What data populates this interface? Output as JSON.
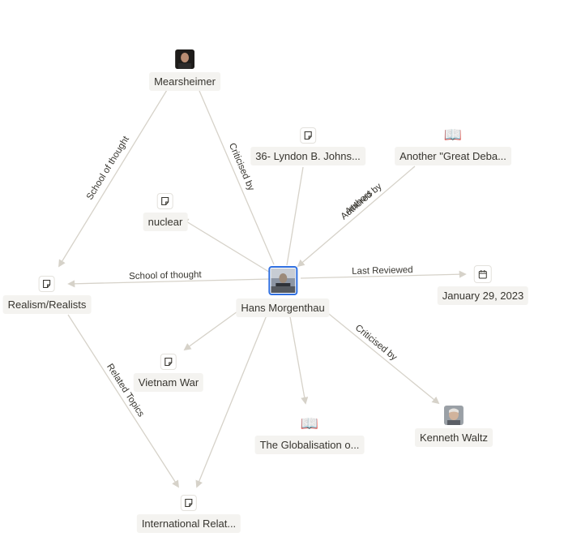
{
  "graph": {
    "center": {
      "label": "Hans Morgenthau",
      "icon": "person-photo-icon"
    },
    "nodes": {
      "mearsheimer": {
        "label": "Mearsheimer",
        "icon": "person-photo-icon"
      },
      "lyndon": {
        "label": "36- Lyndon B. Johns...",
        "icon": "note-icon"
      },
      "great_debate": {
        "label": "Another \"Great Deba...",
        "icon": "book-icon"
      },
      "nuclear": {
        "label": "nuclear",
        "icon": "note-icon"
      },
      "realism": {
        "label": "Realism/Realists",
        "icon": "note-icon"
      },
      "january": {
        "label": "January 29, 2023",
        "icon": "calendar-icon"
      },
      "vietnam": {
        "label": "Vietnam War",
        "icon": "note-icon"
      },
      "globalisation": {
        "label": "The Globalisation o...",
        "icon": "book-icon"
      },
      "waltz": {
        "label": "Kenneth Waltz",
        "icon": "person-photo-icon"
      },
      "international": {
        "label": "International Relat...",
        "icon": "note-icon"
      }
    },
    "edge_labels": {
      "mearsheimer_realism": "School of thought",
      "mearsheimer_center": "Criticised by",
      "great_debate_a": "Authored by",
      "great_debate_b": "Authors",
      "center_realism": "School of thought",
      "center_january": "Last Reviewed",
      "center_waltz": "Criticised by",
      "realism_international": "Related Topics"
    },
    "colors": {
      "edge": "#d6d2c9",
      "label_bg": "#f4f3f0",
      "text": "#37352f",
      "highlight": "#2f6fe0"
    }
  }
}
